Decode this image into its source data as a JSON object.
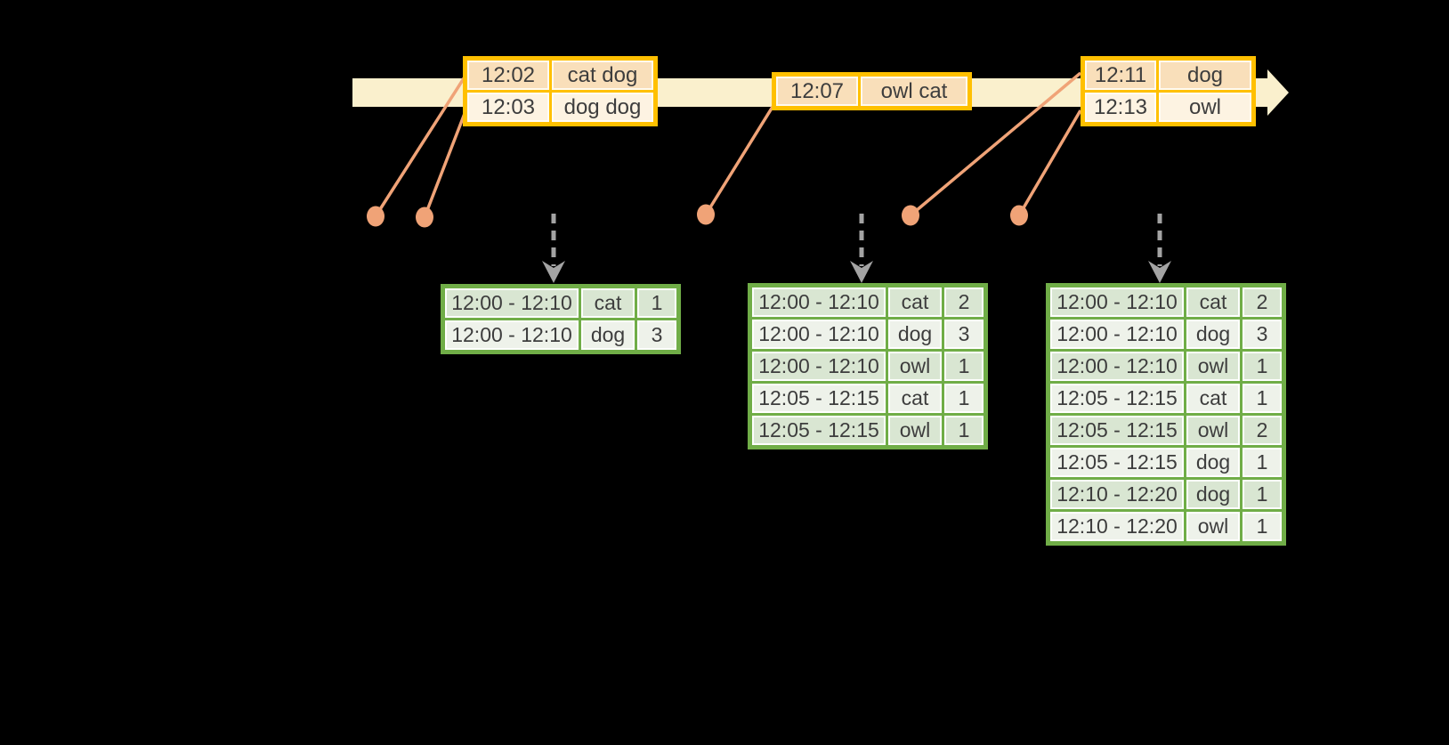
{
  "colors": {
    "background": "#000000",
    "timeline_band": "#faf0cd",
    "event_table_border": "#ffc000",
    "event_row_dark": "#f9dfba",
    "event_row_light": "#fdf3e2",
    "result_table_border": "#70ad47",
    "result_row_dark": "#d9e6d2",
    "result_row_light": "#eef2ea",
    "connector": "#f0a377",
    "trigger_arrow": "#a3a3a3",
    "text": "#3d3d3d"
  },
  "event_tables": [
    {
      "rows": [
        {
          "time": "12:02",
          "words": "cat dog"
        },
        {
          "time": "12:03",
          "words": "dog dog"
        }
      ]
    },
    {
      "rows": [
        {
          "time": "12:07",
          "words": "owl cat"
        }
      ]
    },
    {
      "rows": [
        {
          "time": "12:11",
          "words": "dog"
        },
        {
          "time": "12:13",
          "words": "owl"
        }
      ]
    }
  ],
  "result_tables": [
    {
      "rows": [
        {
          "window": "12:00 - 12:10",
          "word": "cat",
          "count": "1"
        },
        {
          "window": "12:00 - 12:10",
          "word": "dog",
          "count": "3"
        }
      ]
    },
    {
      "rows": [
        {
          "window": "12:00 - 12:10",
          "word": "cat",
          "count": "2"
        },
        {
          "window": "12:00 - 12:10",
          "word": "dog",
          "count": "3"
        },
        {
          "window": "12:00 - 12:10",
          "word": "owl",
          "count": "1"
        },
        {
          "window": "12:05 - 12:15",
          "word": "cat",
          "count": "1"
        },
        {
          "window": "12:05 - 12:15",
          "word": "owl",
          "count": "1"
        }
      ]
    },
    {
      "rows": [
        {
          "window": "12:00 - 12:10",
          "word": "cat",
          "count": "2"
        },
        {
          "window": "12:00 - 12:10",
          "word": "dog",
          "count": "3"
        },
        {
          "window": "12:00 - 12:10",
          "word": "owl",
          "count": "1"
        },
        {
          "window": "12:05 - 12:15",
          "word": "cat",
          "count": "1"
        },
        {
          "window": "12:05 - 12:15",
          "word": "owl",
          "count": "2"
        },
        {
          "window": "12:05 - 12:15",
          "word": "dog",
          "count": "1"
        },
        {
          "window": "12:10 - 12:20",
          "word": "dog",
          "count": "1"
        },
        {
          "window": "12:10 - 12:20",
          "word": "owl",
          "count": "1"
        }
      ]
    }
  ]
}
